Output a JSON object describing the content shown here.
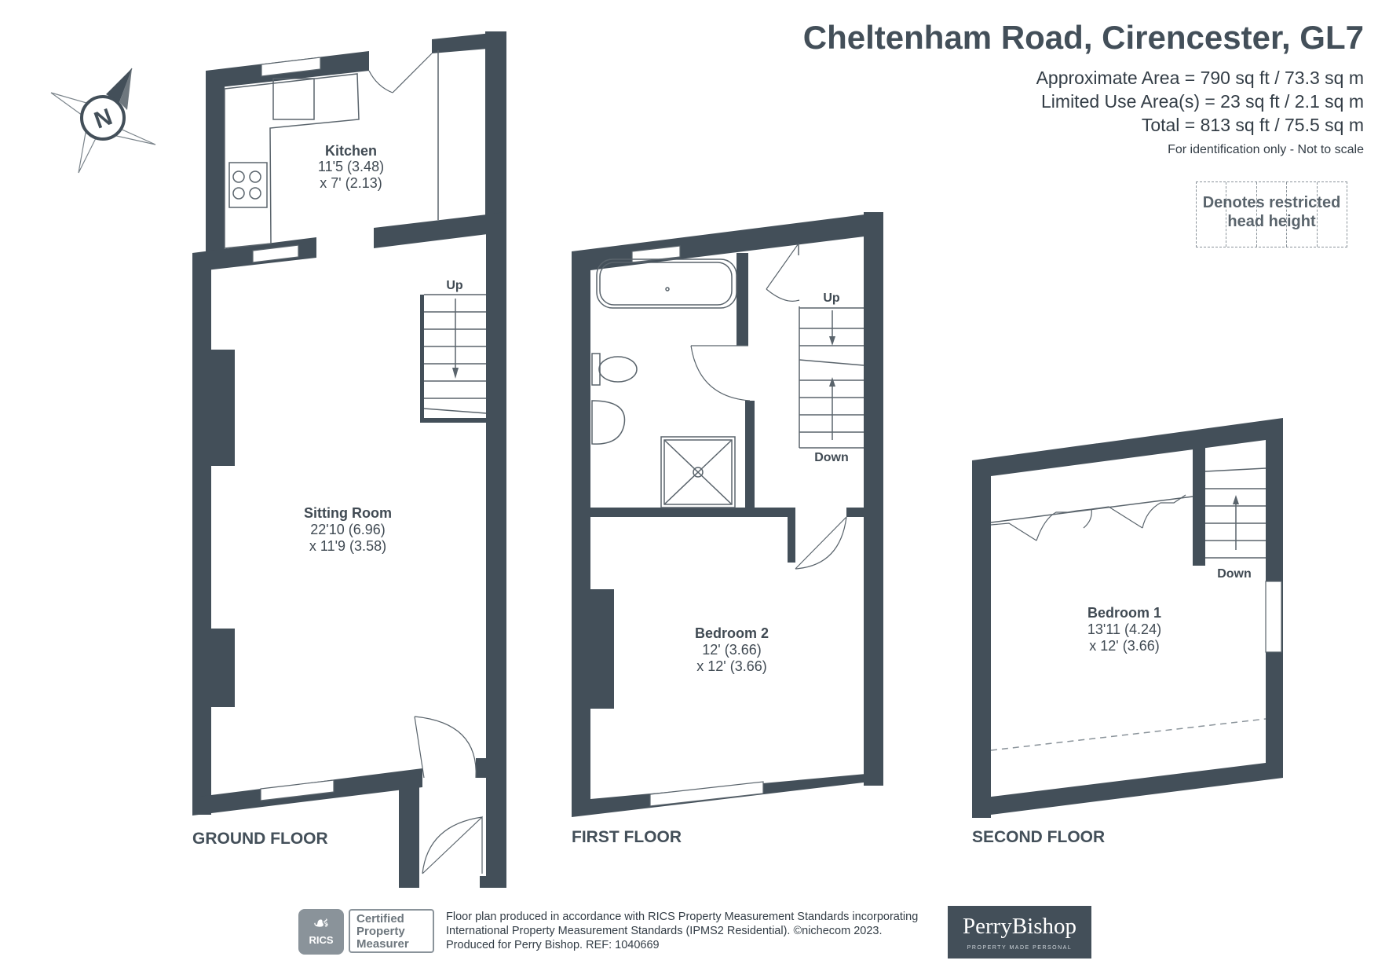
{
  "header": {
    "title": "Cheltenham Road, Cirencester, GL7",
    "approx_area": "Approximate Area = 790 sq ft / 73.3 sq m",
    "limited_area": "Limited Use Area(s) = 23 sq ft / 2.1 sq m",
    "total_area": "Total = 813 sq ft / 75.5 sq m",
    "note": "For identification only - Not to scale"
  },
  "legend": {
    "restricted_line1": "Denotes restricted",
    "restricted_line2": "head height"
  },
  "compass": {
    "letter": "N"
  },
  "ground_floor": {
    "label": "GROUND FLOOR",
    "kitchen": {
      "name": "Kitchen",
      "dim1": "11'5 (3.48)",
      "dim2": "x 7' (2.13)"
    },
    "sitting_room": {
      "name": "Sitting Room",
      "dim1": "22'10 (6.96)",
      "dim2": "x 11'9 (3.58)"
    },
    "stairs_label": "Up"
  },
  "first_floor": {
    "label": "FIRST FLOOR",
    "bedroom2": {
      "name": "Bedroom 2",
      "dim1": "12' (3.66)",
      "dim2": "x 12' (3.66)"
    },
    "stairs_up": "Up",
    "stairs_down": "Down"
  },
  "second_floor": {
    "label": "SECOND FLOOR",
    "bedroom1": {
      "name": "Bedroom 1",
      "dim1": "13'11 (4.24)",
      "dim2": "x 12' (3.66)"
    },
    "stairs_down": "Down"
  },
  "footer": {
    "rics_logo": "RICS",
    "cert_line1": "Certified",
    "cert_line2": "Property",
    "cert_line3": "Measurer",
    "line1": "Floor plan produced in accordance with RICS Property Measurement Standards incorporating",
    "line2": "International Property Measurement Standards (IPMS2 Residential).   ©nichecom 2023.",
    "line3": "Produced for Perry Bishop.   REF: 1040669",
    "brand": "PerryBishop",
    "brand_tag": "PROPERTY MADE PERSONAL"
  },
  "colors": {
    "wall": "#434f59",
    "text": "#333d46",
    "accent": "#8a939a"
  }
}
